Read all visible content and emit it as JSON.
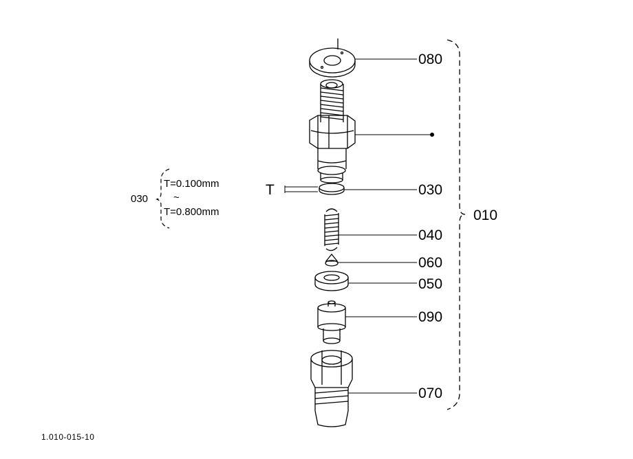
{
  "callouts": {
    "p080": "080",
    "p030": "030",
    "p040": "040",
    "p060": "060",
    "p050": "050",
    "p090": "090",
    "p070": "070",
    "p010": "010"
  },
  "thickness_marker": "T",
  "shim_note": {
    "part": "030",
    "min": "T=0.100mm",
    "tilde": "~",
    "max": "T=0.800mm"
  },
  "drawing_code": "1.010-015-10"
}
